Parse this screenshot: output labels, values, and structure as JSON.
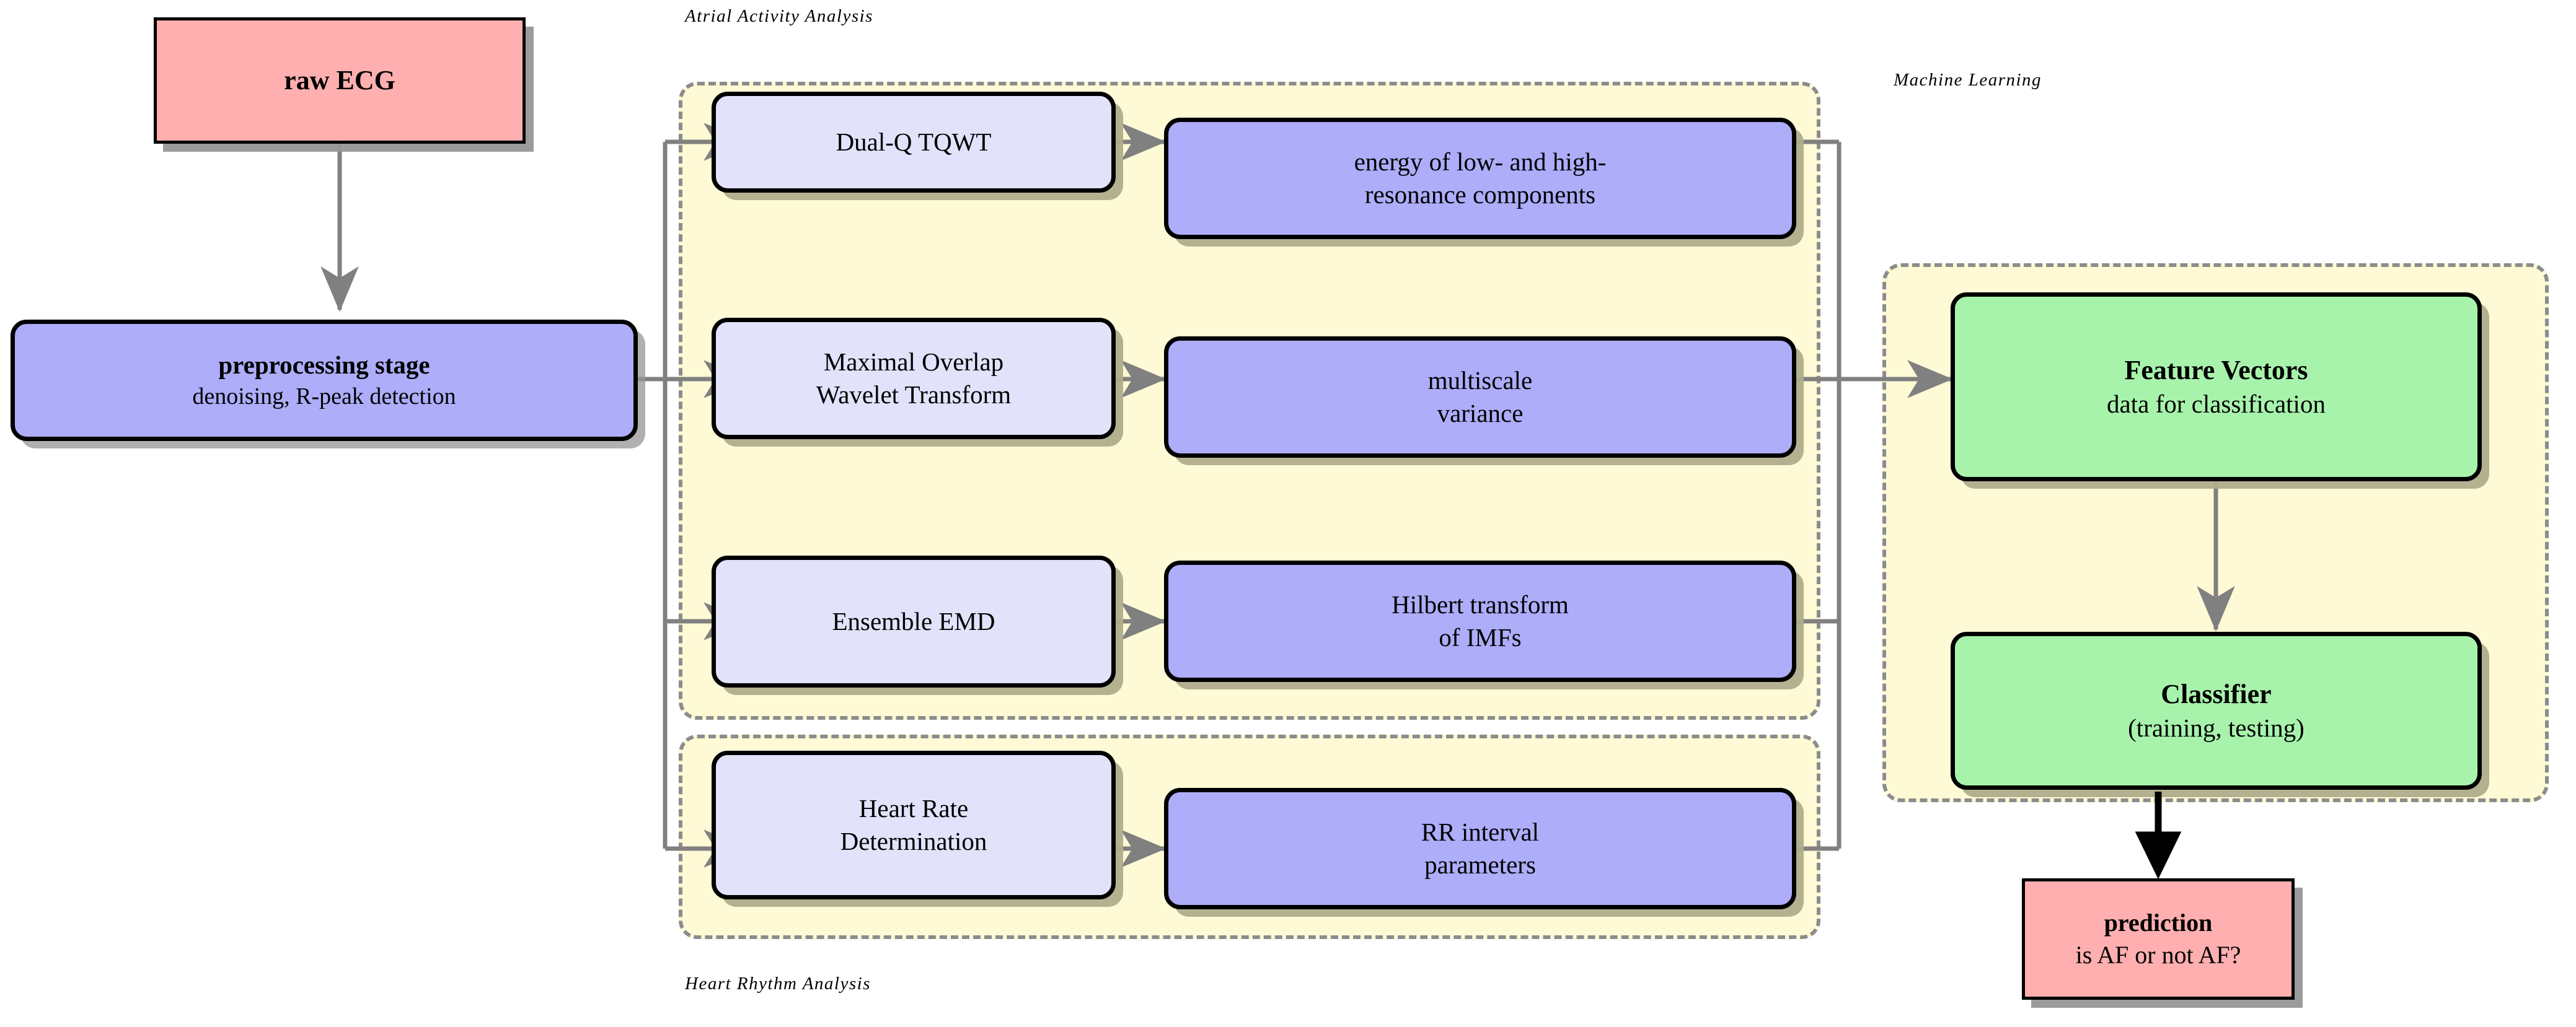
{
  "diagram": {
    "title_nodes": {
      "raw_ecg": {
        "line1": "raw ECG"
      },
      "preprocessing": {
        "line1": "preprocessing stage",
        "line2": "denoising, R-peak detection"
      },
      "prediction": {
        "line1": "prediction",
        "line2": "is AF or not AF?"
      }
    },
    "groups": [
      {
        "id": "atrial",
        "label": "Atrial Activity Analysis"
      },
      {
        "id": "rhythm",
        "label": "Heart Rhythm Analysis"
      },
      {
        "id": "ml",
        "label": "Machine Learning"
      }
    ],
    "methods": [
      {
        "id": "dual-q-tqwt",
        "line1": "Dual-Q TQWT",
        "line2": ""
      },
      {
        "id": "modwt",
        "line1": "Maximal Overlap",
        "line2": "Wavelet Transform"
      },
      {
        "id": "eemd",
        "line1": "Ensemble EMD",
        "line2": ""
      },
      {
        "id": "heart-rate",
        "line1": "Heart Rate",
        "line2": "Determination"
      }
    ],
    "features": [
      {
        "id": "resonance-energy",
        "line1": "energy of low- and high-",
        "line2": "resonance components"
      },
      {
        "id": "multiscale-variance",
        "line1": "multiscale",
        "line2": "variance"
      },
      {
        "id": "hilbert-imf",
        "line1": "Hilbert transform",
        "line2": "of IMFs"
      },
      {
        "id": "rr-parameters",
        "line1": "RR interval",
        "line2": "parameters"
      }
    ],
    "ml_nodes": [
      {
        "id": "feature-vectors",
        "line1": "Feature Vectors",
        "line2": "data for classification"
      },
      {
        "id": "classifier",
        "line1": "Classifier",
        "line2": "(training, testing)"
      }
    ],
    "colors": {
      "input_output": "#FFAFAF",
      "stage": "#ADADFA",
      "method": "#E2E2FB",
      "ml": "#A8F3AC",
      "group_fill": "#FDFAD5",
      "group_border": "#8C8C8C",
      "connector": "#808080",
      "final_arrow": "#000000"
    }
  }
}
